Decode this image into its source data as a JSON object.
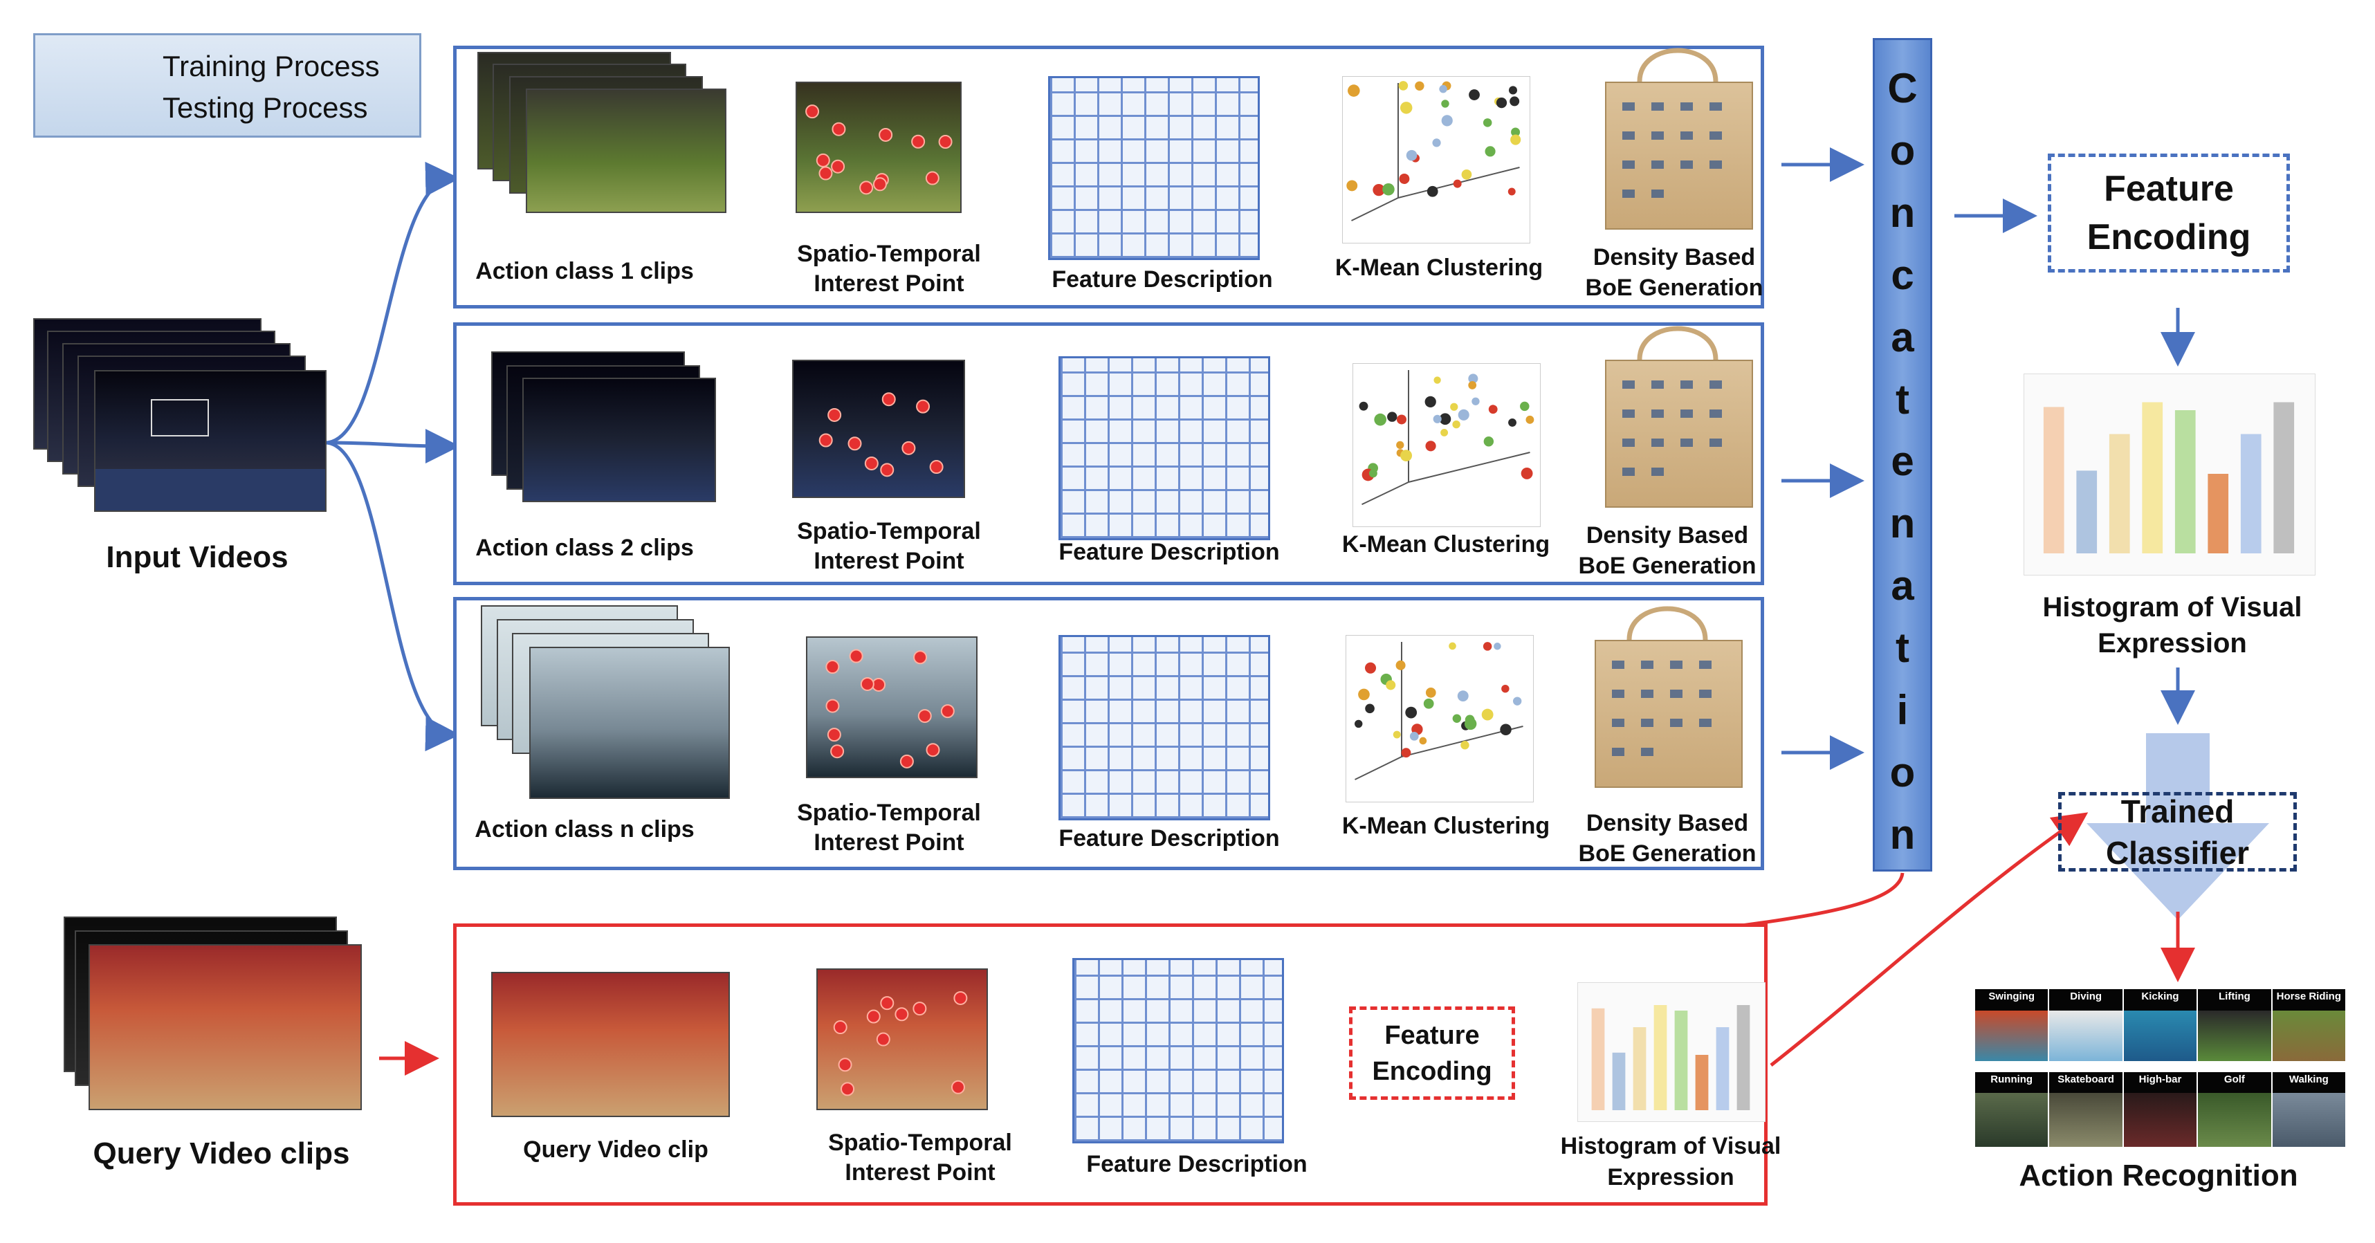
{
  "legend": {
    "training": "Training Process",
    "testing": "Testing Process",
    "training_color": "#4a72c0",
    "testing_color": "#e53030"
  },
  "inputs": {
    "input_videos": "Input Videos",
    "query_video_clips": "Query Video clips"
  },
  "lanes": [
    {
      "clips": "Action class 1 clips",
      "stip_line1": "Spatio-Temporal",
      "stip_line2": "Interest Point",
      "feature_description": "Feature Description",
      "kmeans": "K-Mean Clustering",
      "boe_line1": "Density Based",
      "boe_line2": "BoE Generation"
    },
    {
      "clips": "Action class 2 clips",
      "stip_line1": "Spatio-Temporal",
      "stip_line2": "Interest Point",
      "feature_description": "Feature Description",
      "kmeans": "K-Mean Clustering",
      "boe_line1": "Density Based",
      "boe_line2": "BoE Generation"
    },
    {
      "clips": "Action class n clips",
      "stip_line1": "Spatio-Temporal",
      "stip_line2": "Interest Point",
      "feature_description": "Feature Description",
      "kmeans": "K-Mean Clustering",
      "boe_line1": "Density Based",
      "boe_line2": "BoE Generation"
    }
  ],
  "concatenation": [
    "C",
    "o",
    "n",
    "c",
    "a",
    "t",
    "e",
    "n",
    "a",
    "t",
    "i",
    "o",
    "n"
  ],
  "right": {
    "feature_encoding_line1": "Feature",
    "feature_encoding_line2": "Encoding",
    "histogram_line1": "Histogram of Visual",
    "histogram_line2": "Expression",
    "classifier_line1": "Trained",
    "classifier_line2": "Classifier",
    "action_recognition": "Action Recognition",
    "action_labels_row1": [
      "Swinging",
      "Diving",
      "Kicking",
      "Lifting",
      "Horse Riding"
    ],
    "action_labels_row2": [
      "Running",
      "Skateboard",
      "High-bar",
      "Golf",
      "Walking"
    ]
  },
  "test": {
    "query_clip": "Query Video clip",
    "stip_line1": "Spatio-Temporal",
    "stip_line2": "Interest Point",
    "feature_description": "Feature Description",
    "encoding_line1": "Feature",
    "encoding_line2": "Encoding",
    "histogram_line1": "Histogram of Visual",
    "histogram_line2": "Expression"
  }
}
